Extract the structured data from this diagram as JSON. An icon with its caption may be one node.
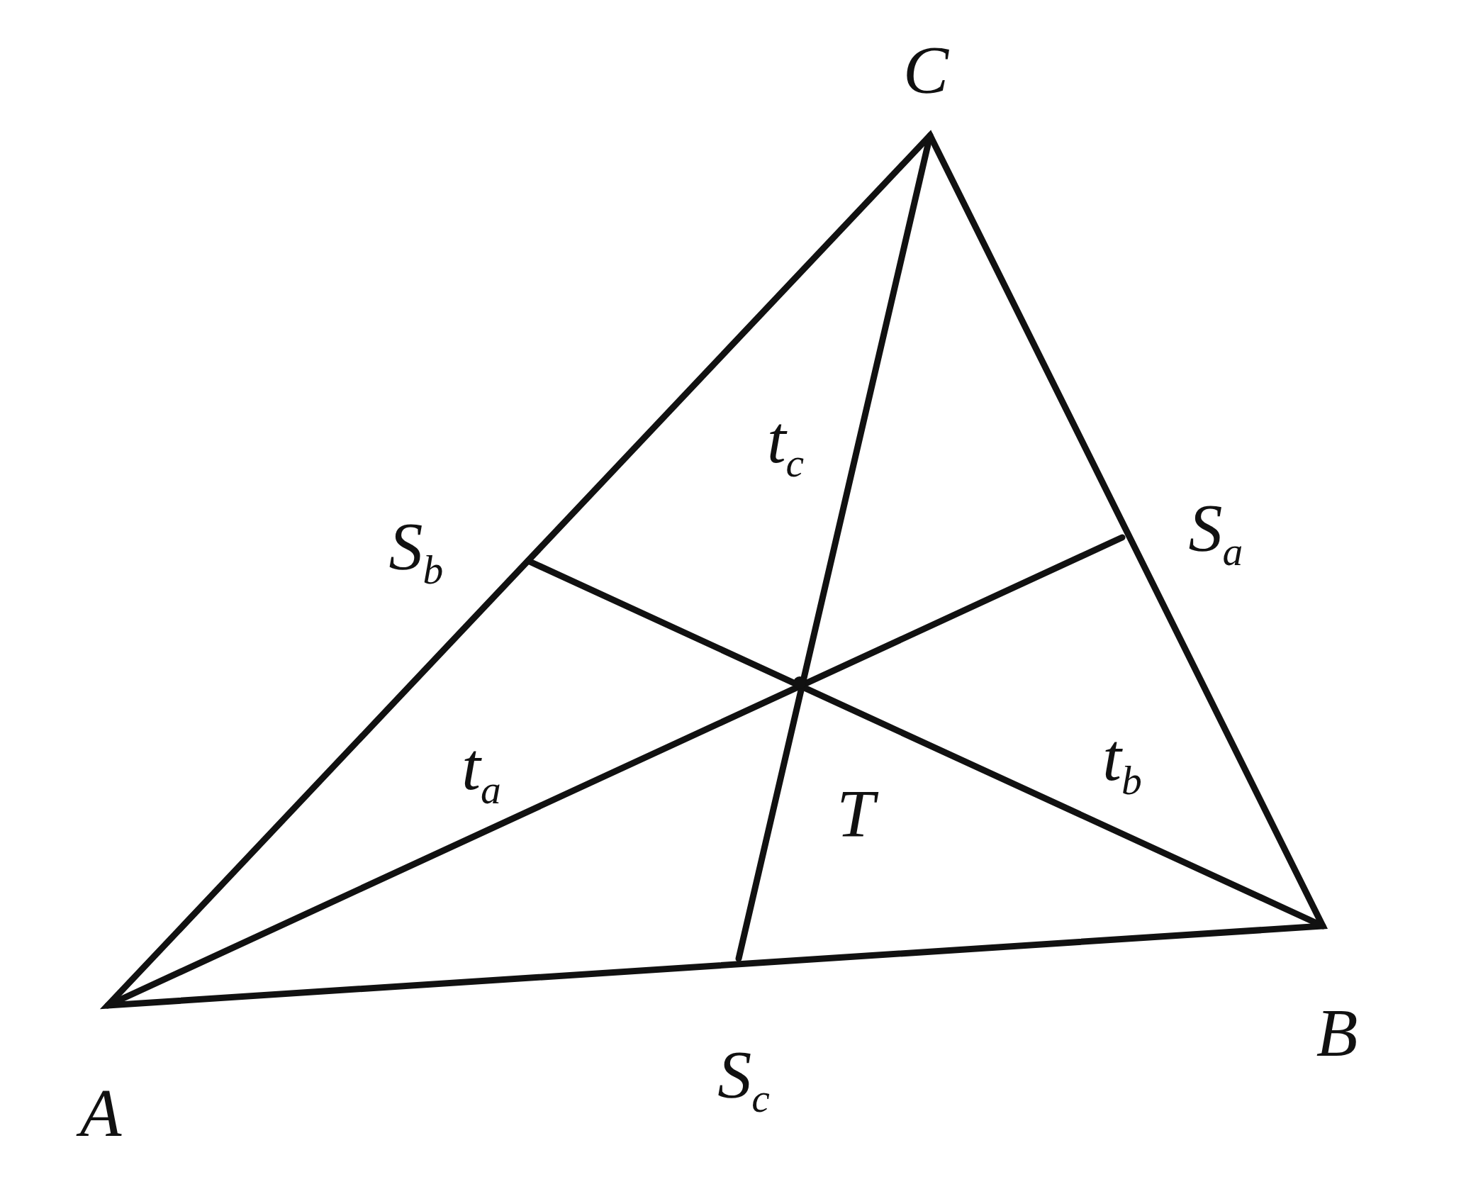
{
  "diagram": {
    "labels": [
      "C",
      "t$_{c}$",
      "S$_{b}$",
      "S$_{a}$",
      "t$_{a}$",
      "t$_{b}$",
      "T",
      "B",
      "S$_{c}$",
      "A"
    ]
  }
}
